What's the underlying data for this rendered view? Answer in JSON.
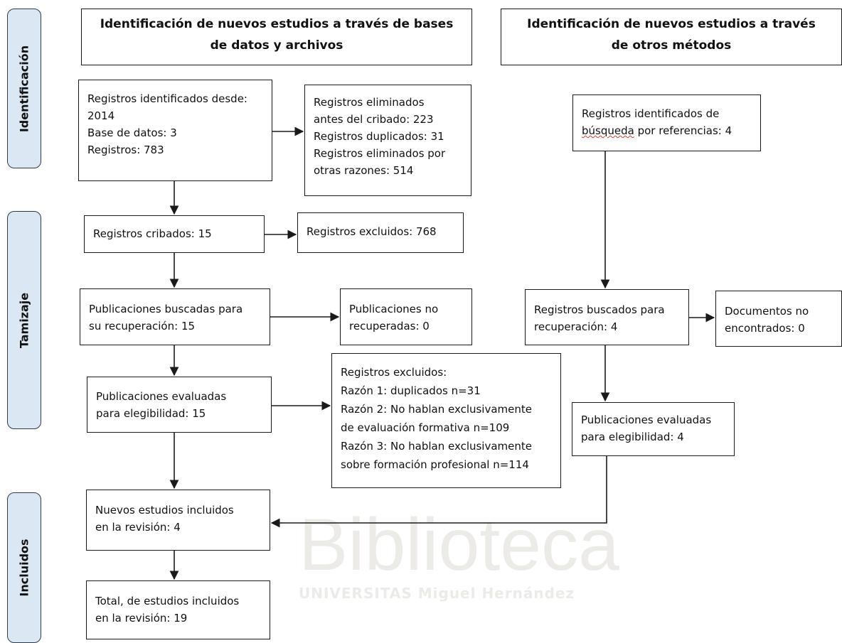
{
  "phases": {
    "identificacion": "Identificación",
    "tamizaje": "Tamizaje",
    "incluidos": "Incluidos"
  },
  "headers": {
    "left": [
      "Identificación de nuevos estudios a través de bases",
      "de datos y archivos"
    ],
    "right": [
      "Identificación de nuevos estudios a través",
      "de otros métodos"
    ]
  },
  "boxes": {
    "registros_identificados": [
      "Registros identificados desde:",
      "2014",
      "Base de datos: 3",
      "Registros: 783"
    ],
    "registros_eliminados": [
      "Registros eliminados",
      "antes del cribado: 223",
      "Registros duplicados: 31",
      "Registros eliminados por",
      "otras razones: 514"
    ],
    "registros_identificados_referencias": [
      "Registros identificados de",
      "búsqueda",
      " por referencias: 4"
    ],
    "registros_cribados": "Registros cribados: 15",
    "registros_excluidos": "Registros excluidos: 768",
    "publicaciones_buscadas": [
      "Publicaciones buscadas para",
      "su recuperación: 15"
    ],
    "publicaciones_no_recuperadas": [
      "Publicaciones no",
      "recuperadas: 0"
    ],
    "registros_buscados": [
      "Registros buscados para",
      "recuperación: 4"
    ],
    "documentos_no_encontrados": [
      "Documentos no",
      "encontrados: 0"
    ],
    "publicaciones_evaluadas": [
      "Publicaciones evaluadas",
      "para elegibilidad: 15"
    ],
    "registros_excluidos_razones": [
      "Registros excluidos:",
      "Razón 1: duplicados n=31",
      "Razón 2: No hablan exclusivamente",
      "de evaluación formativa n=109",
      "Razón 3: No hablan exclusivamente",
      "sobre formación profesional n=114"
    ],
    "publicaciones_evaluadas_otros": [
      "Publicaciones evaluadas",
      "para elegibilidad: 4"
    ],
    "nuevos_estudios": [
      "Nuevos estudios incluidos",
      "en la revisión: 4"
    ],
    "total_estudios": [
      "Total, de estudios incluidos",
      "en la revisión: 19"
    ]
  },
  "watermark": {
    "title": "Biblioteca",
    "subtitle": "UNIVERSITAS Miguel Hernández"
  }
}
